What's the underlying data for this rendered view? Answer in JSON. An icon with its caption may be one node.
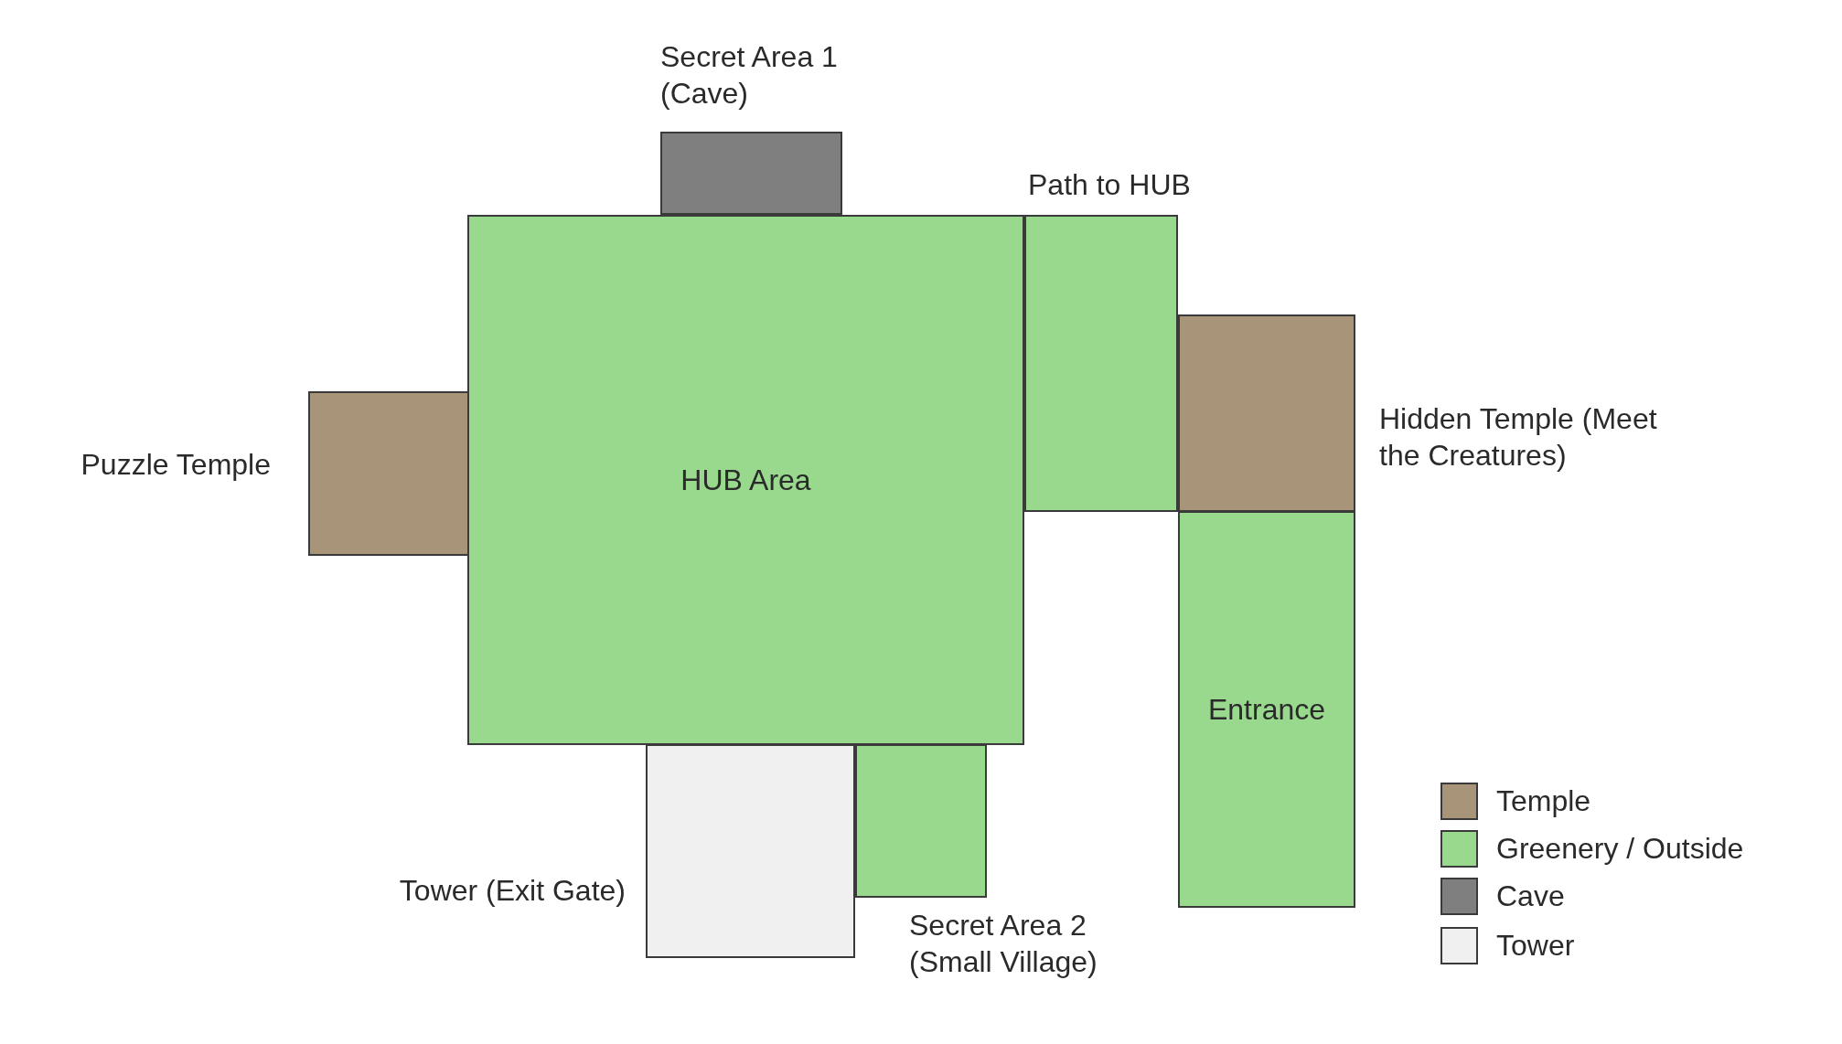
{
  "diagram": {
    "nodes": [
      {
        "text": [
          "Secret Area 1 (Cave)"
        ]
      },
      {
        "text": [
          "Path to HUB"
        ]
      },
      {
        "text": [
          "Hidden Temple (Meet the Creatures)"
        ]
      },
      {
        "text": [
          "Puzzle Temple"
        ]
      },
      {
        "text": [
          "HUB Area"
        ]
      },
      {
        "text": [
          "Entrance"
        ]
      },
      {
        "text": [
          "Tower (Exit Gate)"
        ]
      },
      {
        "text": [
          "Secret Area 2 (Small Village)"
        ]
      }
    ],
    "edges": [],
    "legend": [
      {
        "text": "Temple",
        "color": "#a89479"
      },
      {
        "text": "Greenery / Outside",
        "color": "#98d98e"
      },
      {
        "text": "Cave",
        "color": "#7f7f7f"
      },
      {
        "text": "Tower",
        "color": "#f0f0f0"
      }
    ]
  }
}
